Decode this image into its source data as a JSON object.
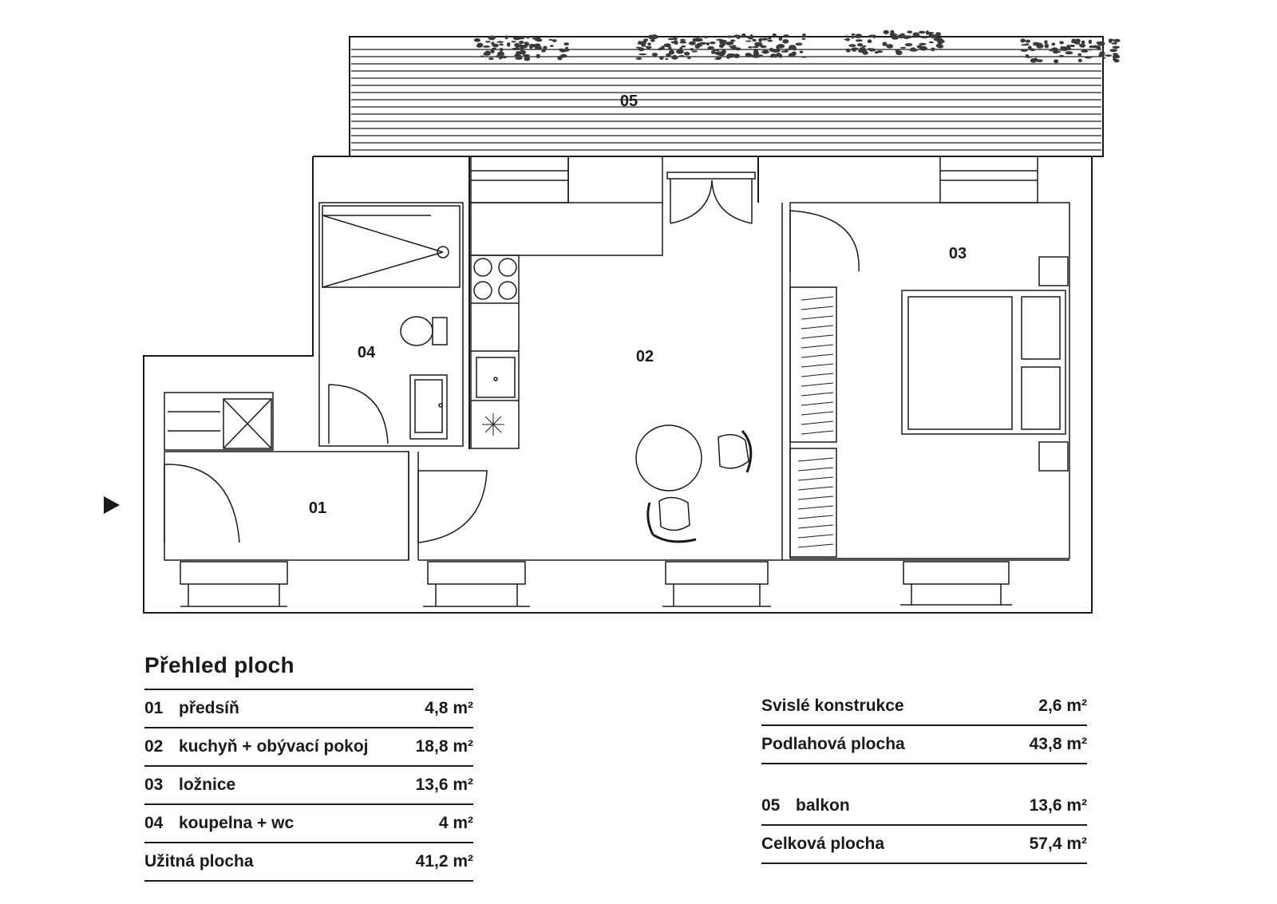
{
  "plan": {
    "rooms": [
      {
        "id": "01",
        "label": "01"
      },
      {
        "id": "02",
        "label": "02"
      },
      {
        "id": "03",
        "label": "03"
      },
      {
        "id": "04",
        "label": "04"
      },
      {
        "id": "05",
        "label": "05"
      }
    ],
    "entrance_icon": "entrance-arrow-icon",
    "line_color": "#1a1a1a",
    "plant_color": "#3a3a3a"
  },
  "summary": {
    "title": "Přehled ploch",
    "rooms": [
      {
        "num": "01",
        "name": "předsíň",
        "area": "4,8 m²"
      },
      {
        "num": "02",
        "name": "kuchyň + obývací pokoj",
        "area": "18,8 m²"
      },
      {
        "num": "03",
        "name": "ložnice",
        "area": "13,6 m²"
      },
      {
        "num": "04",
        "name": "koupelna + wc",
        "area": "4 m²"
      }
    ],
    "usable": {
      "label": "Užitná plocha",
      "area": "41,2 m²"
    },
    "structures": [
      {
        "label": "Svislé konstrukce",
        "area": "2,6 m²"
      },
      {
        "label": "Podlahová plocha",
        "area": "43,8 m²"
      }
    ],
    "balcony": {
      "num": "05",
      "name": "balkon",
      "area": "13,6 m²"
    },
    "total": {
      "label": "Celková plocha",
      "area": "57,4 m²"
    }
  }
}
